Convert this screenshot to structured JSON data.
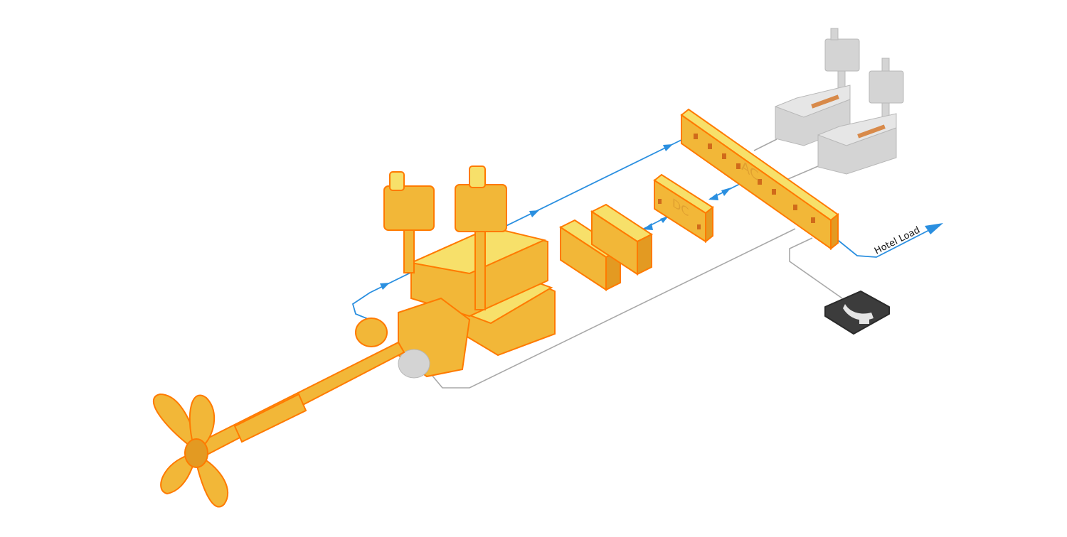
{
  "labels": {
    "hotel_load": "Hotel Load",
    "ac_switchboard": "AC",
    "dc_converter": "DC"
  },
  "components": {
    "propeller": "propeller-icon",
    "shaft": "shaft",
    "main_engines": "engine",
    "gearbox": "gearbox",
    "batteries": "battery-rack",
    "gensets": "generator-set",
    "shore_connection": "shore-power-plug-icon"
  },
  "colors": {
    "highlight": "#f2b738",
    "highlight_outline": "#ff7a00",
    "power_flow": "#2a8fe0",
    "inactive": "#d4d4d4",
    "wire": "#a8a8a8",
    "shore_icon_bg": "#3c3c3c"
  }
}
